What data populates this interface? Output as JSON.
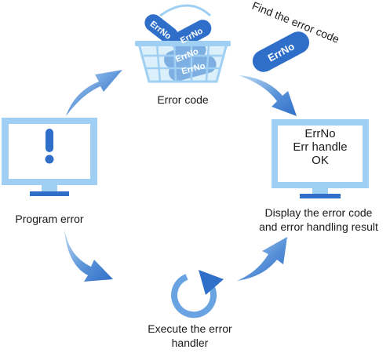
{
  "colors": {
    "primary": "#2f6fc9",
    "light": "#9fcff2",
    "screen": "#ffffff",
    "text": "#1a1a1a",
    "pale": "#dff0fb"
  },
  "nodes": {
    "program": {
      "label": "Program error",
      "icon": "monitor-with-exclamation-icon",
      "screen_mark": "!"
    },
    "errorcode": {
      "label": "Error code",
      "icon": "basket-icon",
      "basket_tags": [
        "ErrNo",
        "ErrNo",
        "ErrNo",
        "ErrNo"
      ]
    },
    "find": {
      "label": "Find the error code",
      "tag": "ErrNo"
    },
    "display": {
      "label_line1": "Display the error code",
      "label_line2": "and error handling result",
      "icon": "monitor-icon",
      "screen_lines": [
        "ErrNo",
        "Err handle",
        "OK"
      ]
    },
    "execute": {
      "label_line1": "Execute the error",
      "label_line2": "handler",
      "icon": "refresh-icon"
    }
  },
  "arrows": [
    {
      "from": "Program error",
      "to": "Error code"
    },
    {
      "from": "Error code",
      "to": "Display the error code"
    },
    {
      "from": "Program error",
      "to": "Execute the error handler"
    },
    {
      "from": "Execute the error handler",
      "to": "Display the error code"
    }
  ]
}
